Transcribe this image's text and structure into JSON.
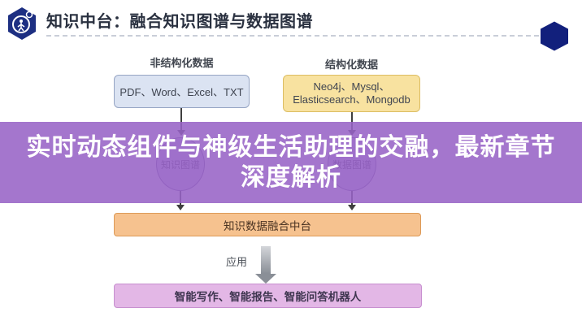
{
  "header": {
    "title": "知识中台：融合知识图谱与数据图谱"
  },
  "overlay": {
    "title_line1": "实时动态组件与神级生活助理的交融，最新章节",
    "title_line2": "深度解析"
  },
  "diagram": {
    "sources": [
      {
        "label": "非结构化数据",
        "items": "PDF、Word、Excel、TXT"
      },
      {
        "label": "结构化数据",
        "items": "Neo4j、Mysql、Elasticsearch、Mongodb"
      }
    ],
    "graphs": [
      {
        "label": "知识图谱"
      },
      {
        "label": "数据图谱"
      }
    ],
    "fusion_platform": "知识数据融合中台",
    "apply_label": "应用",
    "applications": "智能写作、智能报告、智能问答机器人"
  },
  "colors": {
    "overlay_purple": "#9763C6",
    "logo_navy": "#1d2f82",
    "bullet_navy": "#12207c",
    "unstructured_fill": "#dbe3f2",
    "structured_fill": "#f8e2a0",
    "fusion_fill": "#f6c28f",
    "apps_fill": "#e3b7e6",
    "connector": "#3f3f3f"
  }
}
